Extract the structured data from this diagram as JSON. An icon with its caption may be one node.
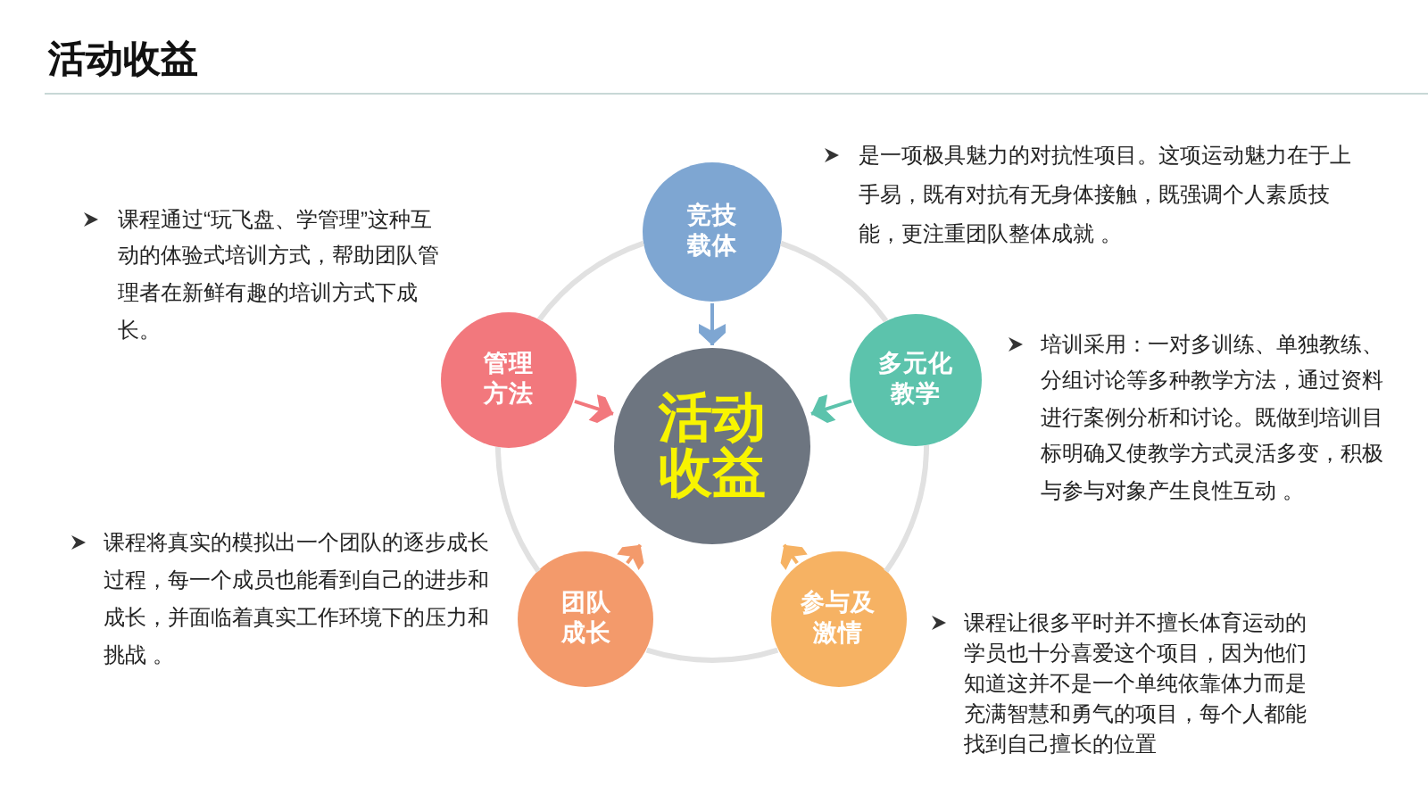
{
  "diagram": {
    "title": "活动收益",
    "nodes": [
      {
        "text": [
          "竞技载体"
        ],
        "beside": [
          "是一项极具魅力的对抗性项目。这项运动魅力在于上手易，既有对抗有无身体接触，既强调个人素质技能，更注重团队整体成就 。"
        ]
      },
      {
        "text": [
          "管理方法"
        ],
        "beside": [
          "课程通过“玩飞盘、学管理”这种互动的体验式培训方式，帮助团队管理者在新鲜有趣的培训方式下成长。"
        ]
      },
      {
        "text": [
          "活动收益"
        ]
      },
      {
        "text": [
          "多元化教学"
        ],
        "beside": [
          "培训采用：一对多训练、单独教练、分组讨论等多种教学方法，通过资料进行案例分析和讨论。既做到培训目标明确又使教学方式灵活多变，积极与参与对象产生良性互动 。"
        ]
      },
      {
        "text": [
          "团队成长"
        ],
        "beside": [
          "课程将真实的模拟出一个团队的逐步成长过程，每一个成员也能看到自己的进步和成长，并面临着真实工作环境下的压力和挑战 。"
        ]
      },
      {
        "text": [
          "参与及激情"
        ],
        "beside": [
          "课程让很多平时并不擅长体育运动的学员也十分喜爱这个项目，因为他们知道这并不是一个单纯依靠体力而是充满智慧和勇气的项目，每个人都能找到自己擅长的位置"
        ]
      }
    ],
    "edges": [
      {
        "from": 0,
        "to": 2,
        "arrow": "to",
        "color": "#7ea6d2"
      },
      {
        "from": 3,
        "to": 2,
        "arrow": "to",
        "color": "#5cc3ac"
      },
      {
        "from": 5,
        "to": 2,
        "arrow": "to",
        "color": "#f6b263"
      },
      {
        "from": 4,
        "to": 2,
        "arrow": "to",
        "color": "#f39a6b"
      },
      {
        "from": 1,
        "to": 2,
        "arrow": "to",
        "color": "#f2787d"
      },
      {
        "from": 0,
        "to": 3,
        "arrow": "none"
      },
      {
        "from": 3,
        "to": 5,
        "arrow": "none"
      },
      {
        "from": 5,
        "to": 4,
        "arrow": "none"
      },
      {
        "from": 4,
        "to": 1,
        "arrow": "none"
      },
      {
        "from": 1,
        "to": 0,
        "arrow": "none"
      }
    ]
  }
}
